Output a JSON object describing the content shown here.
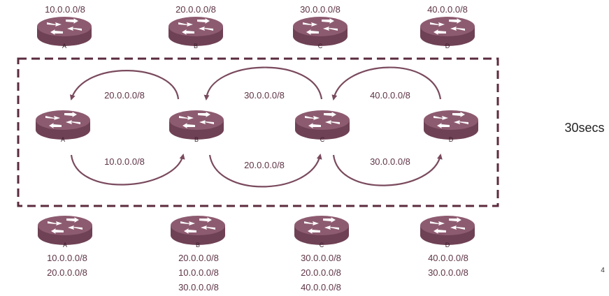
{
  "colors": {
    "router": "#7a4a5e",
    "router_top": "#8d5b70",
    "line": "#7a4a5e",
    "border": "#5b2b3e"
  },
  "top_networks": [
    {
      "router": "A",
      "network": "10.0.0.0/8"
    },
    {
      "router": "B",
      "network": "20.0.0.0/8"
    },
    {
      "router": "C",
      "network": "30.0.0.0/8"
    },
    {
      "router": "D",
      "network": "40.0.0.0/8"
    }
  ],
  "middle_routers": [
    "A",
    "B",
    "C",
    "D"
  ],
  "exchanges": {
    "b_to_a": "20.0.0.0/8",
    "a_to_b": "10.0.0.0/8",
    "c_to_b": "30.0.0.0/8",
    "b_to_c": "20.0.0.0/8",
    "d_to_c": "40.0.0.0/8",
    "c_to_d": "30.0.0.0/8"
  },
  "routing_tables": [
    {
      "router": "A",
      "routes": [
        "10.0.0.0/8",
        "20.0.0.0/8"
      ]
    },
    {
      "router": "B",
      "routes": [
        "20.0.0.0/8",
        "10.0.0.0/8",
        "30.0.0.0/8"
      ]
    },
    {
      "router": "C",
      "routes": [
        "30.0.0.0/8",
        "20.0.0.0/8",
        "40.0.0.0/8"
      ]
    },
    {
      "router": "D",
      "routes": [
        "40.0.0.0/8",
        "30.0.0.0/8"
      ]
    }
  ],
  "timer": "30secs",
  "page_number": "4"
}
